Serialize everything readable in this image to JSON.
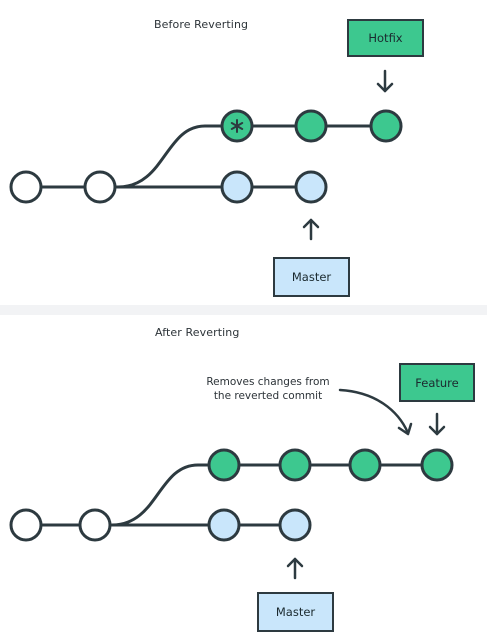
{
  "top": {
    "title": "Before Reverting",
    "hotfix_label": "Hotfix",
    "master_label": "Master"
  },
  "bottom": {
    "title": "After Reverting",
    "feature_label": "Feature",
    "master_label": "Master",
    "note_line1": "Removes changes from",
    "note_line2": "the reverted commit"
  },
  "colors": {
    "line": "#2d3a40",
    "commit_green": "#3dc88f",
    "commit_blue": "#c9e6fb",
    "commit_white": "#ffffff",
    "panel_bg": "#f4f5f7"
  }
}
